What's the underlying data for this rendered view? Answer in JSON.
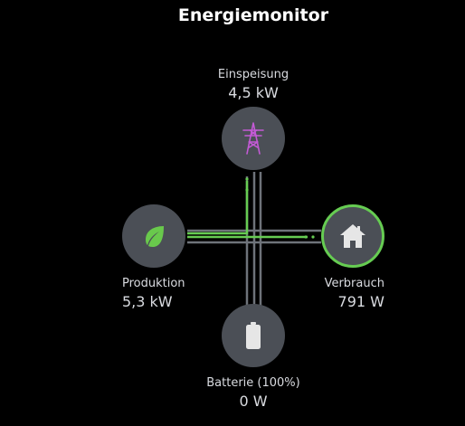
{
  "title": "Energiemonitor",
  "nodes": {
    "grid": {
      "label": "Einspeisung",
      "value": "4,5 kW",
      "icon": "power-pylon-icon",
      "icon_color": "#c45ad6"
    },
    "production": {
      "label": "Produktion",
      "value": "5,3 kW",
      "icon": "leaf-icon",
      "icon_color": "#69c94c"
    },
    "consumption": {
      "label": "Verbrauch",
      "value": "791 W",
      "icon": "home-icon",
      "icon_color": "#e6e6e6",
      "ring_color": "#66cc52"
    },
    "battery": {
      "label": "Batterie (100%)",
      "value": "0 W",
      "icon": "battery-icon",
      "icon_color": "#e6e6e6"
    }
  },
  "colors": {
    "background": "#000000",
    "node": "#4b4f56",
    "active_flow": "#66cc52",
    "inactive_flow": "#6e737a"
  }
}
